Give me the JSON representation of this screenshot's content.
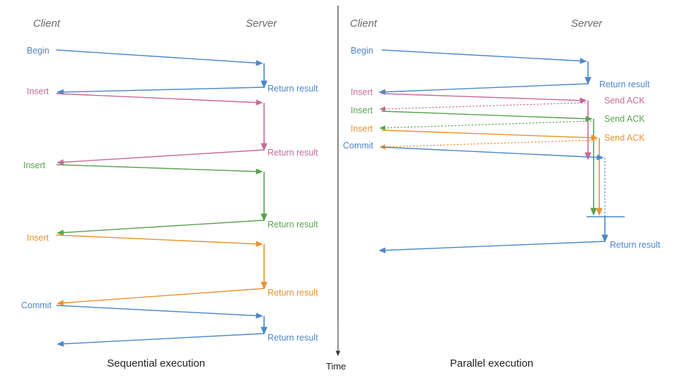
{
  "colors": {
    "blue": "#4a87c8",
    "pink": "#c9699a",
    "green": "#5aa14f",
    "orange": "#e8922e",
    "role_gray": "#6b6b6b",
    "axis_black": "#3a3a3a",
    "caption_black": "#222222",
    "background": "#ffffff"
  },
  "panels": [
    {
      "id": "sequential",
      "caption": "Sequential execution",
      "client_header": "Client",
      "server_header": "Server",
      "messages": [
        {
          "label": "Begin",
          "color_key": "blue",
          "side": "client"
        },
        {
          "label": "Return result",
          "color_key": "blue",
          "side": "server"
        },
        {
          "label": "Insert",
          "color_key": "pink",
          "side": "client"
        },
        {
          "label": "Return result",
          "color_key": "pink",
          "side": "server"
        },
        {
          "label": "Insert",
          "color_key": "green",
          "side": "client"
        },
        {
          "label": "Return result",
          "color_key": "green",
          "side": "server"
        },
        {
          "label": "Insert",
          "color_key": "orange",
          "side": "client"
        },
        {
          "label": "Return result",
          "color_key": "orange",
          "side": "server"
        },
        {
          "label": "Commit",
          "color_key": "blue",
          "side": "client"
        },
        {
          "label": "Return result",
          "color_key": "blue",
          "side": "server"
        }
      ]
    },
    {
      "id": "parallel",
      "caption": "Parallel execution",
      "client_header": "Client",
      "server_header": "Server",
      "messages": [
        {
          "label": "Begin",
          "color_key": "blue",
          "side": "client"
        },
        {
          "label": "Return result",
          "color_key": "blue",
          "side": "server"
        },
        {
          "label": "Insert",
          "color_key": "pink",
          "side": "client"
        },
        {
          "label": "Send ACK",
          "color_key": "pink",
          "side": "server"
        },
        {
          "label": "Insert",
          "color_key": "green",
          "side": "client"
        },
        {
          "label": "Send ACK",
          "color_key": "green",
          "side": "server"
        },
        {
          "label": "Insert",
          "color_key": "orange",
          "side": "client"
        },
        {
          "label": "Send ACK",
          "color_key": "orange",
          "side": "server"
        },
        {
          "label": "Commit",
          "color_key": "blue",
          "side": "client"
        },
        {
          "label": "Return result",
          "color_key": "blue",
          "side": "server"
        }
      ]
    }
  ],
  "time_axis": {
    "label": "Time"
  },
  "chart_data": {
    "type": "diagram",
    "title": "Sequential vs Parallel execution sequence diagram",
    "lifelines": [
      "Client",
      "Server"
    ],
    "panels": [
      {
        "name": "Sequential execution",
        "transactions": [
          {
            "request": "Begin",
            "response": "Return result",
            "color": "#4a87c8"
          },
          {
            "request": "Insert",
            "response": "Return result",
            "color": "#c9699a"
          },
          {
            "request": "Insert",
            "response": "Return result",
            "color": "#5aa14f"
          },
          {
            "request": "Insert",
            "response": "Return result",
            "color": "#e8922e"
          },
          {
            "request": "Commit",
            "response": "Return result",
            "color": "#4a87c8"
          }
        ]
      },
      {
        "name": "Parallel execution",
        "transactions": [
          {
            "request": "Begin",
            "response": "Return result",
            "color": "#4a87c8"
          },
          {
            "request": "Insert",
            "response": "Send ACK",
            "color": "#c9699a"
          },
          {
            "request": "Insert",
            "response": "Send ACK",
            "color": "#5aa14f"
          },
          {
            "request": "Insert",
            "response": "Send ACK",
            "color": "#e8922e"
          },
          {
            "request": "Commit",
            "response": "Return result",
            "color": "#4a87c8"
          }
        ]
      }
    ]
  }
}
